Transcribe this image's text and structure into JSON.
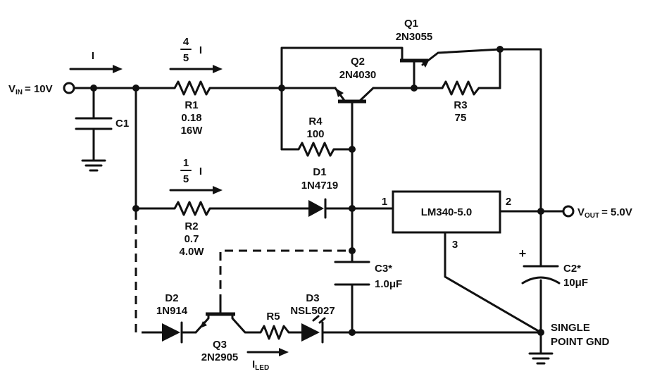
{
  "vin": {
    "prefix": "V",
    "sub": "IN",
    "value": "= 10V"
  },
  "vout": {
    "prefix": "V",
    "sub": "OUT",
    "value": "= 5.0V"
  },
  "current_top": "I",
  "current_r1": {
    "num": "4",
    "den": "5",
    "sym": "I"
  },
  "current_r2": {
    "num": "1",
    "den": "5",
    "sym": "I"
  },
  "components": {
    "c1": "C1",
    "r1": {
      "name": "R1",
      "value": "0.18",
      "power": "16W"
    },
    "r2": {
      "name": "R2",
      "value": "0.7",
      "power": "4.0W"
    },
    "r3": {
      "name": "R3",
      "value": "75"
    },
    "r4": {
      "name": "R4",
      "value": "100"
    },
    "r5": "R5",
    "q1": {
      "name": "Q1",
      "part": "2N3055"
    },
    "q2": {
      "name": "Q2",
      "part": "2N4030"
    },
    "q3": {
      "name": "Q3",
      "part": "2N2905"
    },
    "d1": {
      "name": "D1",
      "part": "1N4719"
    },
    "d2": {
      "name": "D2",
      "part": "1N914"
    },
    "d3": {
      "name": "D3",
      "part": "NSL5027"
    },
    "c2": {
      "name": "C2*",
      "value": "10μF",
      "polarity": "+"
    },
    "c3": {
      "name": "C3*",
      "value": "1.0μF"
    }
  },
  "regulator": {
    "name": "LM340-5.0",
    "pin_in": "1",
    "pin_out": "2",
    "pin_gnd": "3"
  },
  "ground_label": {
    "line1": "SINGLE",
    "line2": "POINT GND"
  },
  "iled": {
    "prefix": "I",
    "sub": "LED"
  }
}
